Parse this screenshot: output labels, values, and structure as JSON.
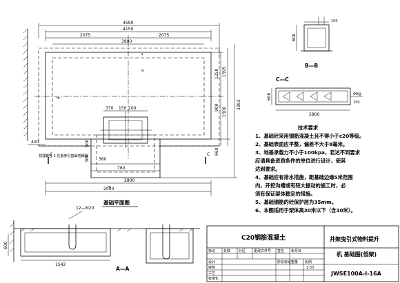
{
  "plan": {
    "dims": {
      "total_width": "4590",
      "width_4150": "4150",
      "half_left": "2075",
      "half_right": "2075",
      "inner_3900": "3900",
      "left_400": "400",
      "right_1595": "1595",
      "right_1250": "1250",
      "right_3393": "3393",
      "right_1500": "1500",
      "right_900": "900",
      "right_660": "660",
      "col_370": "370",
      "col_150": "150",
      "col_200": "200",
      "mid_500": "500",
      "mid_300": "300",
      "mid_360": "360",
      "mid_760": "760",
      "bottom_2000": "2000",
      "bottom_2800": "2800"
    },
    "mark_u": "u",
    "mark_m": "m",
    "section_label": "C",
    "note_ref": "预埋螺栓 2 位置参见基础地脚图",
    "title": "基础平面图"
  },
  "section_bb": {
    "title": "B—B",
    "dim_600": "600",
    "dim_150": "150"
  },
  "section_cc": {
    "title": "C—C",
    "dim_600": "600",
    "dim_2800": "2800",
    "dim_150": "150",
    "dim_b": "Φ8@"
  },
  "requirements": {
    "title": "技术要求",
    "items": [
      "1、基础砼采用钢筋混凝土且不得小于c20等级。",
      "2、基础表面应平整，偏差不大于8毫米。",
      "3、地基承载力不小于100kpa，若达不到要求",
      "   应请具备资质条件的单位进行设计，使其",
      "   达到要求。",
      "4、基础应有排水措施，距基础边缘5米范围",
      "   内，开挖沟槽或有较大振动的施工时，必",
      "   须有保证架体稳定的措施。",
      "5、基础钢筋的砼保护层为35mm。",
      "6、本图适用于架体高30米以下（含30米）。"
    ]
  },
  "section_aa": {
    "title": "A—A",
    "bolt_label": "12—M20",
    "dim_600": "600",
    "dim_1542": "1542"
  },
  "title_block": {
    "material": "C20钢筋混凝土",
    "name_line1": "井架曳引式物料提升",
    "name_line2": "机  基础图(低架)",
    "drawing_no": "JWSE100A-I-16A",
    "scale_label": "比例",
    "scale_value": "1:50",
    "row_labels": [
      "标记",
      "处数",
      "分区",
      "更改文件号",
      "签名",
      "年月日"
    ],
    "sign_labels": [
      "设计",
      "审核",
      "工艺",
      "标准化",
      "批准"
    ],
    "stage_labels": [
      "阶段标记",
      "重量",
      "比例"
    ]
  }
}
